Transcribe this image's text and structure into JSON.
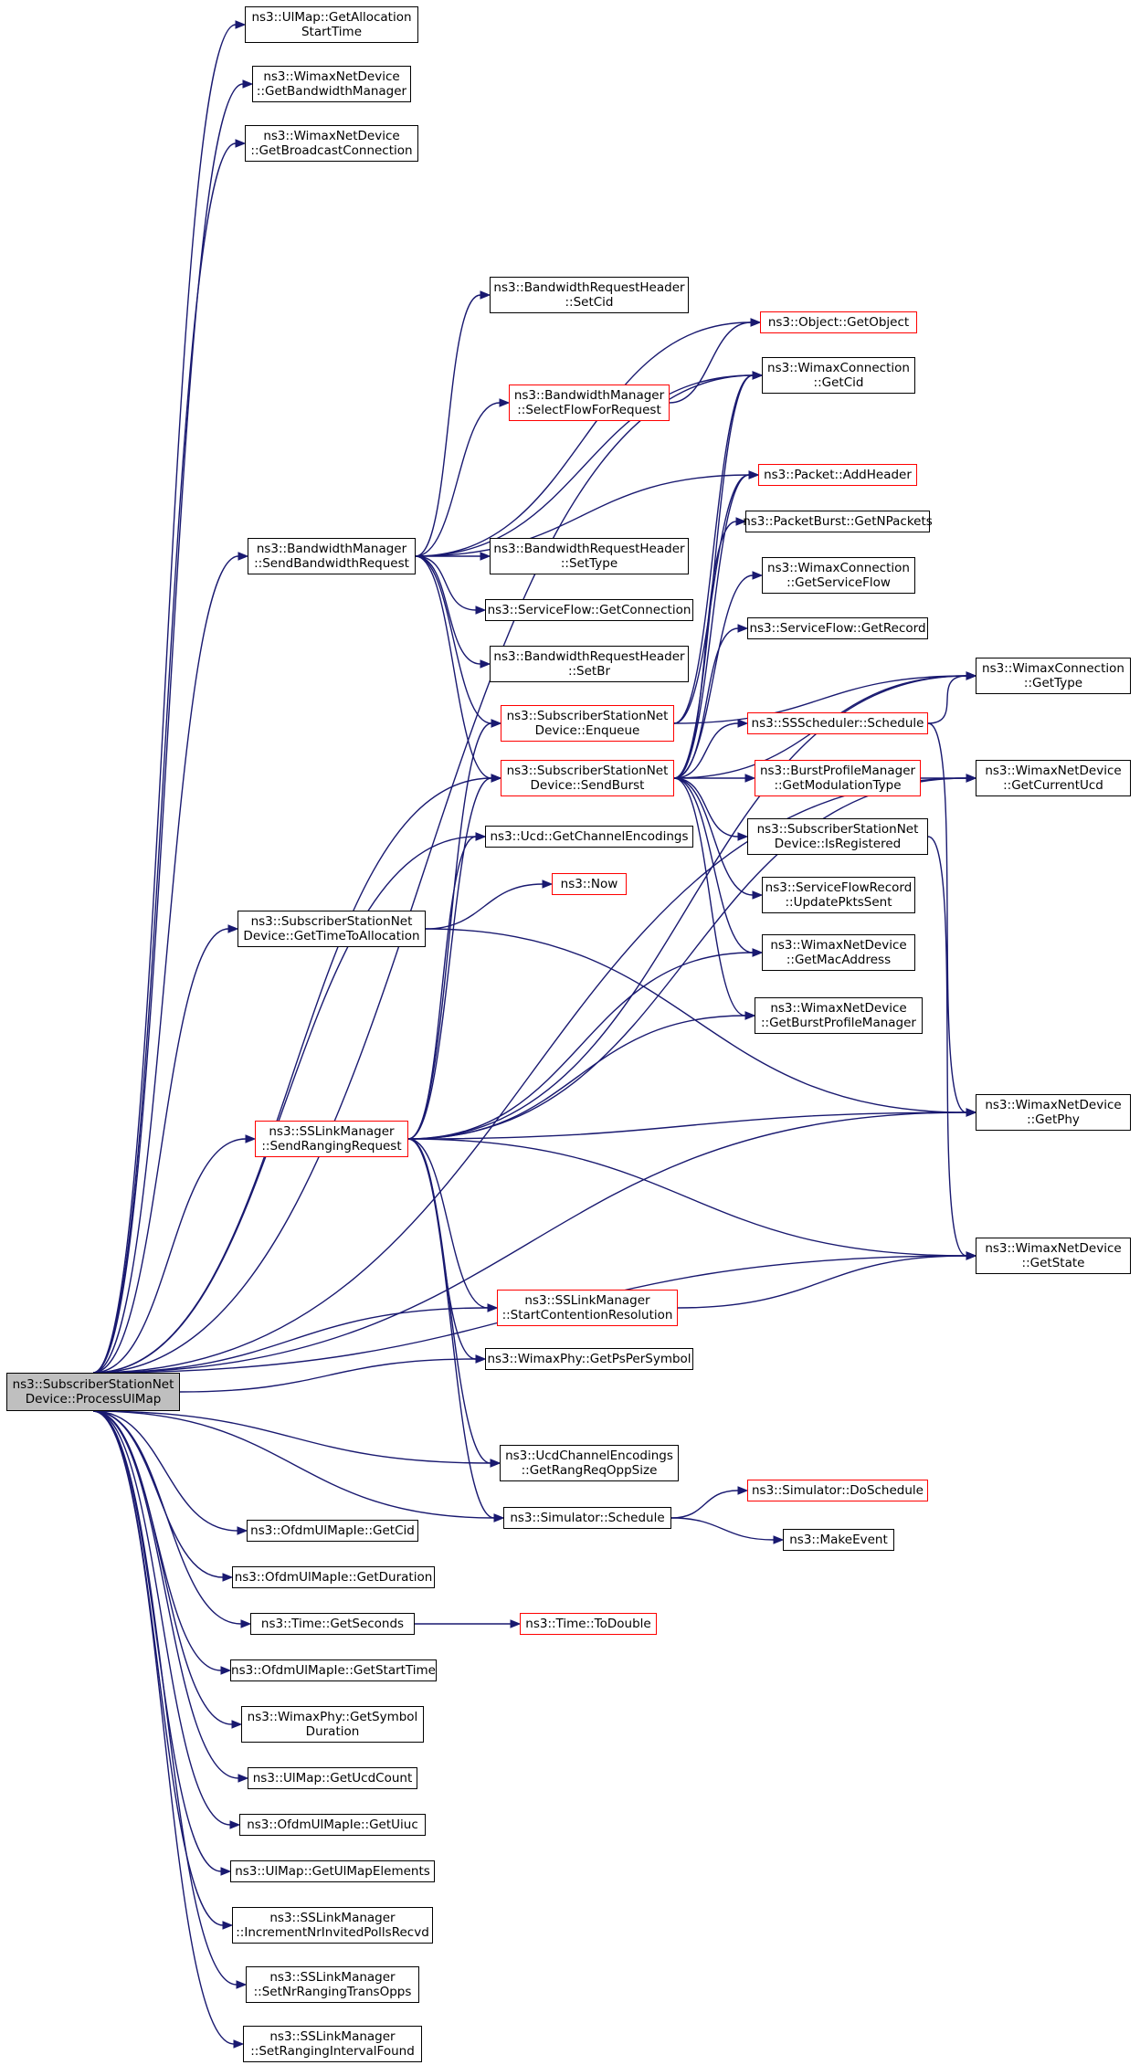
{
  "graph": {
    "root": "processulmap",
    "edge_color": "#191970",
    "node_border_default": "#000000",
    "node_border_truncated": "#ff0000",
    "root_fill": "#bfbfbf",
    "nodes": [
      {
        "id": "processulmap",
        "lines": [
          "ns3::SubscriberStationNet",
          "Device::ProcessUlMap"
        ],
        "truncated": false,
        "root": true
      },
      {
        "id": "getallocstart",
        "lines": [
          "ns3::UlMap::GetAllocation",
          "StartTime"
        ],
        "truncated": false
      },
      {
        "id": "getbwmanager",
        "lines": [
          "ns3::WimaxNetDevice",
          "::GetBandwidthManager"
        ],
        "truncated": false
      },
      {
        "id": "getbcastconn",
        "lines": [
          "ns3::WimaxNetDevice",
          "::GetBroadcastConnection"
        ],
        "truncated": false
      },
      {
        "id": "bwsetcid",
        "lines": [
          "ns3::BandwidthRequestHeader",
          "::SetCid"
        ],
        "truncated": false
      },
      {
        "id": "getobject",
        "lines": [
          "ns3::Object::GetObject"
        ],
        "truncated": true
      },
      {
        "id": "connGetCid",
        "lines": [
          "ns3::WimaxConnection",
          "::GetCid"
        ],
        "truncated": false
      },
      {
        "id": "selectflow",
        "lines": [
          "ns3::BandwidthManager",
          "::SelectFlowForRequest"
        ],
        "truncated": true
      },
      {
        "id": "addheader",
        "lines": [
          "ns3::Packet::AddHeader"
        ],
        "truncated": true
      },
      {
        "id": "sendbwreq",
        "lines": [
          "ns3::BandwidthManager",
          "::SendBandwidthRequest"
        ],
        "truncated": false
      },
      {
        "id": "getnpackets",
        "lines": [
          "ns3::PacketBurst::GetNPackets"
        ],
        "truncated": false
      },
      {
        "id": "bwsettype",
        "lines": [
          "ns3::BandwidthRequestHeader",
          "::SetType"
        ],
        "truncated": false
      },
      {
        "id": "getserviceflow",
        "lines": [
          "ns3::WimaxConnection",
          "::GetServiceFlow"
        ],
        "truncated": false
      },
      {
        "id": "sfgetconn",
        "lines": [
          "ns3::ServiceFlow::GetConnection"
        ],
        "truncated": false
      },
      {
        "id": "sfgetrecord",
        "lines": [
          "ns3::ServiceFlow::GetRecord"
        ],
        "truncated": false
      },
      {
        "id": "bwsetbr",
        "lines": [
          "ns3::BandwidthRequestHeader",
          "::SetBr"
        ],
        "truncated": false
      },
      {
        "id": "connGetType",
        "lines": [
          "ns3::WimaxConnection",
          "::GetType"
        ],
        "truncated": false
      },
      {
        "id": "enqueue",
        "lines": [
          "ns3::SubscriberStationNet",
          "Device::Enqueue"
        ],
        "truncated": true
      },
      {
        "id": "ssschedule",
        "lines": [
          "ns3::SSScheduler::Schedule"
        ],
        "truncated": true
      },
      {
        "id": "sendburst",
        "lines": [
          "ns3::SubscriberStationNet",
          "Device::SendBurst"
        ],
        "truncated": true
      },
      {
        "id": "getmodtype",
        "lines": [
          "ns3::BurstProfileManager",
          "::GetModulationType"
        ],
        "truncated": true
      },
      {
        "id": "getcurrentucd",
        "lines": [
          "ns3::WimaxNetDevice",
          "::GetCurrentUcd"
        ],
        "truncated": false
      },
      {
        "id": "getchanenc",
        "lines": [
          "ns3::Ucd::GetChannelEncodings"
        ],
        "truncated": false
      },
      {
        "id": "isregistered",
        "lines": [
          "ns3::SubscriberStationNet",
          "Device::IsRegistered"
        ],
        "truncated": false
      },
      {
        "id": "now",
        "lines": [
          "ns3::Now"
        ],
        "truncated": true
      },
      {
        "id": "gettimetoalloc",
        "lines": [
          "ns3::SubscriberStationNet",
          "Device::GetTimeToAllocation"
        ],
        "truncated": false
      },
      {
        "id": "updatepkts",
        "lines": [
          "ns3::ServiceFlowRecord",
          "::UpdatePktsSent"
        ],
        "truncated": false
      },
      {
        "id": "getmacaddr",
        "lines": [
          "ns3::WimaxNetDevice",
          "::GetMacAddress"
        ],
        "truncated": false
      },
      {
        "id": "getburstpm",
        "lines": [
          "ns3::WimaxNetDevice",
          "::GetBurstProfileManager"
        ],
        "truncated": false
      },
      {
        "id": "getphy",
        "lines": [
          "ns3::WimaxNetDevice",
          "::GetPhy"
        ],
        "truncated": false
      },
      {
        "id": "sendranging",
        "lines": [
          "ns3::SSLinkManager",
          "::SendRangingRequest"
        ],
        "truncated": true
      },
      {
        "id": "getstate",
        "lines": [
          "ns3::WimaxNetDevice",
          "::GetState"
        ],
        "truncated": false
      },
      {
        "id": "startcontention",
        "lines": [
          "ns3::SSLinkManager",
          "::StartContentionResolution"
        ],
        "truncated": true
      },
      {
        "id": "getpspersymbol",
        "lines": [
          "ns3::WimaxPhy::GetPsPerSymbol"
        ],
        "truncated": false
      },
      {
        "id": "getrangreq",
        "lines": [
          "ns3::UcdChannelEncodings",
          "::GetRangReqOppSize"
        ],
        "truncated": false
      },
      {
        "id": "doschedule",
        "lines": [
          "ns3::Simulator::DoSchedule"
        ],
        "truncated": true
      },
      {
        "id": "simschedule",
        "lines": [
          "ns3::Simulator::Schedule"
        ],
        "truncated": false
      },
      {
        "id": "makeevent",
        "lines": [
          "ns3::MakeEvent"
        ],
        "truncated": false
      },
      {
        "id": "iegetcid",
        "lines": [
          "ns3::OfdmUlMapIe::GetCid"
        ],
        "truncated": false
      },
      {
        "id": "iegetduration",
        "lines": [
          "ns3::OfdmUlMapIe::GetDuration"
        ],
        "truncated": false
      },
      {
        "id": "getseconds",
        "lines": [
          "ns3::Time::GetSeconds"
        ],
        "truncated": false
      },
      {
        "id": "todouble",
        "lines": [
          "ns3::Time::ToDouble"
        ],
        "truncated": true
      },
      {
        "id": "iegetstart",
        "lines": [
          "ns3::OfdmUlMapIe::GetStartTime"
        ],
        "truncated": false
      },
      {
        "id": "getsymdur",
        "lines": [
          "ns3::WimaxPhy::GetSymbol",
          "Duration"
        ],
        "truncated": false
      },
      {
        "id": "getucdcount",
        "lines": [
          "ns3::UlMap::GetUcdCount"
        ],
        "truncated": false
      },
      {
        "id": "iegetuiuc",
        "lines": [
          "ns3::OfdmUlMapIe::GetUiuc"
        ],
        "truncated": false
      },
      {
        "id": "getulmapelems",
        "lines": [
          "ns3::UlMap::GetUlMapElements"
        ],
        "truncated": false
      },
      {
        "id": "incrnr",
        "lines": [
          "ns3::SSLinkManager",
          "::IncrementNrInvitedPollsRecvd"
        ],
        "truncated": false
      },
      {
        "id": "setnrranging",
        "lines": [
          "ns3::SSLinkManager",
          "::SetNrRangingTransOpps"
        ],
        "truncated": false
      },
      {
        "id": "setranginginterval",
        "lines": [
          "ns3::SSLinkManager",
          "::SetRangingIntervalFound"
        ],
        "truncated": false
      }
    ],
    "edges": [
      [
        "processulmap",
        "getallocstart"
      ],
      [
        "processulmap",
        "getbwmanager"
      ],
      [
        "processulmap",
        "getbcastconn"
      ],
      [
        "processulmap",
        "connGetCid"
      ],
      [
        "processulmap",
        "getcurrentucd"
      ],
      [
        "processulmap",
        "sendbwreq"
      ],
      [
        "processulmap",
        "sendburst"
      ],
      [
        "processulmap",
        "getchanenc"
      ],
      [
        "processulmap",
        "gettimetoalloc"
      ],
      [
        "processulmap",
        "sendranging"
      ],
      [
        "processulmap",
        "getphy"
      ],
      [
        "processulmap",
        "getstate"
      ],
      [
        "processulmap",
        "startcontention"
      ],
      [
        "processulmap",
        "getpspersymbol"
      ],
      [
        "processulmap",
        "getrangreq"
      ],
      [
        "processulmap",
        "simschedule"
      ],
      [
        "processulmap",
        "iegetcid"
      ],
      [
        "processulmap",
        "iegetduration"
      ],
      [
        "processulmap",
        "getseconds"
      ],
      [
        "processulmap",
        "iegetstart"
      ],
      [
        "processulmap",
        "getsymdur"
      ],
      [
        "processulmap",
        "getucdcount"
      ],
      [
        "processulmap",
        "iegetuiuc"
      ],
      [
        "processulmap",
        "getulmapelems"
      ],
      [
        "processulmap",
        "incrnr"
      ],
      [
        "processulmap",
        "setnrranging"
      ],
      [
        "processulmap",
        "setranginginterval"
      ],
      [
        "sendbwreq",
        "bwsetcid"
      ],
      [
        "sendbwreq",
        "getobject"
      ],
      [
        "sendbwreq",
        "selectflow"
      ],
      [
        "sendbwreq",
        "connGetCid"
      ],
      [
        "sendbwreq",
        "addheader"
      ],
      [
        "sendbwreq",
        "bwsettype"
      ],
      [
        "sendbwreq",
        "sfgetconn"
      ],
      [
        "sendbwreq",
        "bwsetbr"
      ],
      [
        "sendbwreq",
        "enqueue"
      ],
      [
        "sendbwreq",
        "sendburst"
      ],
      [
        "selectflow",
        "getobject"
      ],
      [
        "enqueue",
        "connGetCid"
      ],
      [
        "enqueue",
        "addheader"
      ],
      [
        "enqueue",
        "connGetType"
      ],
      [
        "sendburst",
        "connGetCid"
      ],
      [
        "sendburst",
        "addheader"
      ],
      [
        "sendburst",
        "getnpackets"
      ],
      [
        "sendburst",
        "getserviceflow"
      ],
      [
        "sendburst",
        "sfgetrecord"
      ],
      [
        "sendburst",
        "connGetType"
      ],
      [
        "sendburst",
        "ssschedule"
      ],
      [
        "sendburst",
        "getmodtype"
      ],
      [
        "sendburst",
        "isregistered"
      ],
      [
        "sendburst",
        "updatepkts"
      ],
      [
        "sendburst",
        "getmacaddr"
      ],
      [
        "sendburst",
        "getburstpm"
      ],
      [
        "ssschedule",
        "connGetType"
      ],
      [
        "ssschedule",
        "getphy"
      ],
      [
        "getmodtype",
        "getcurrentucd"
      ],
      [
        "isregistered",
        "getstate"
      ],
      [
        "gettimetoalloc",
        "now"
      ],
      [
        "gettimetoalloc",
        "getphy"
      ],
      [
        "sendranging",
        "enqueue"
      ],
      [
        "sendranging",
        "sendburst"
      ],
      [
        "sendranging",
        "getchanenc"
      ],
      [
        "sendranging",
        "getmacaddr"
      ],
      [
        "sendranging",
        "getburstpm"
      ],
      [
        "sendranging",
        "getcurrentucd"
      ],
      [
        "sendranging",
        "getphy"
      ],
      [
        "sendranging",
        "getstate"
      ],
      [
        "sendranging",
        "startcontention"
      ],
      [
        "sendranging",
        "getpspersymbol"
      ],
      [
        "sendranging",
        "getrangreq"
      ],
      [
        "sendranging",
        "simschedule"
      ],
      [
        "sendranging",
        "connGetType"
      ],
      [
        "startcontention",
        "getstate"
      ],
      [
        "simschedule",
        "doschedule"
      ],
      [
        "simschedule",
        "makeevent"
      ],
      [
        "getseconds",
        "todouble"
      ]
    ]
  }
}
